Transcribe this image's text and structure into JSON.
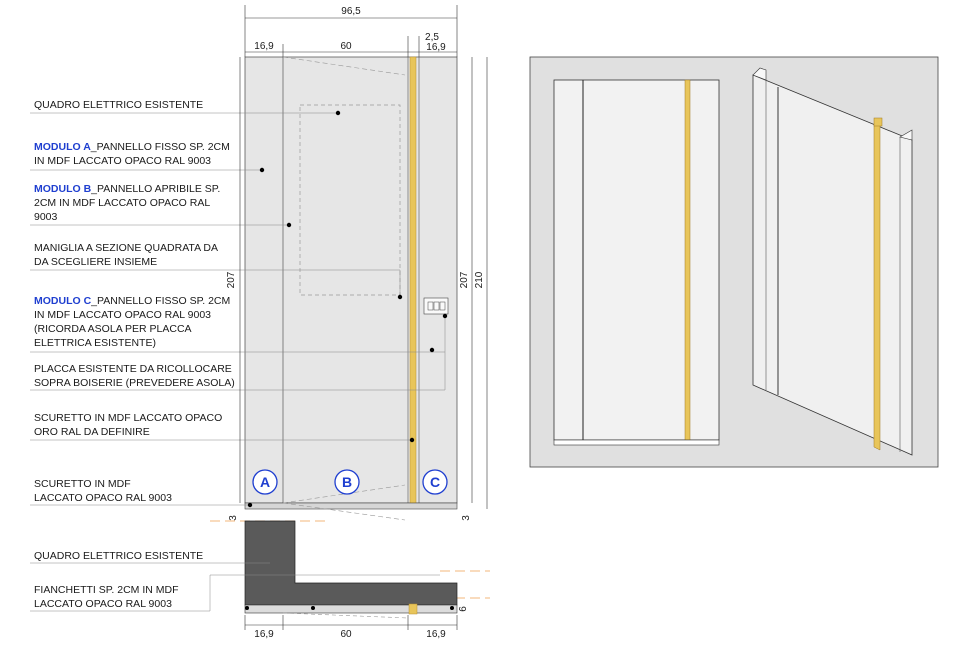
{
  "dimensions": {
    "overall_width": "96,5",
    "left_panel": "16,9",
    "center_panel": "60",
    "gap": "2,5",
    "right_panel": "16,9",
    "height_inner": "207",
    "height_total": "210",
    "base_left": "3",
    "base_right": "3",
    "plan_depth": "6",
    "plan_left": "16,9",
    "plan_center": "60",
    "plan_right": "16,9"
  },
  "modules": {
    "a": "A",
    "b": "B",
    "c": "C"
  },
  "labels": {
    "quadro_elettrico": "QUADRO ELETTRICO ESISTENTE",
    "modulo_a_title": "MODULO A",
    "modulo_a_line1": "_PANNELLO FISSO SP. 2CM",
    "modulo_a_line2": "IN MDF LACCATO OPACO RAL 9003",
    "modulo_b_title": "MODULO B",
    "modulo_b_line1": "_PANNELLO APRIBILE SP.",
    "modulo_b_line2": "2CM IN MDF LACCATO OPACO RAL",
    "modulo_b_line3": "9003",
    "maniglia_line1": "MANIGLIA A SEZIONE QUADRATA DA",
    "maniglia_line2": "DA SCEGLIERE INSIEME",
    "modulo_c_title": "MODULO C",
    "modulo_c_line1": "_PANNELLO FISSO SP. 2CM",
    "modulo_c_line2": "IN MDF LACCATO OPACO RAL 9003",
    "modulo_c_line3": "(RICORDA ASOLA PER PLACCA",
    "modulo_c_line4": "ELETTRICA ESISTENTE)",
    "placca_line1": "PLACCA ESISTENTE DA RICOLLOCARE",
    "placca_line2": "SOPRA BOISERIE (PREVEDERE ASOLA)",
    "scuretto_oro_line1": "SCURETTO IN MDF LACCATO OPACO",
    "scuretto_oro_line2": "ORO RAL DA DEFINIRE",
    "scuretto_line1": "SCURETTO IN MDF",
    "scuretto_line2": "LACCATO OPACO RAL 9003",
    "quadro_plan": "QUADRO ELETTRICO ESISTENTE",
    "fianchetti_line1": "FIANCHETTI SP. 2CM IN MDF",
    "fianchetti_line2": "LACCATO OPACO RAL 9003"
  },
  "colors": {
    "panel": "#e6e6e6",
    "gold": "#e8c55a",
    "blue": "#1f3fd0",
    "wall_plan": "#5a5a5a",
    "render_bg": "#e0e0e0"
  }
}
